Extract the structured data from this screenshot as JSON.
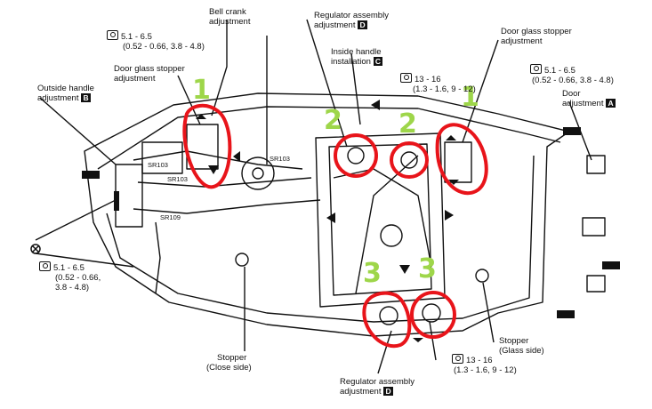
{
  "labels": {
    "bell_crank": [
      "Bell crank",
      "adjustment"
    ],
    "regulator_assembly_top": [
      "Regulator assembly",
      "adjustment"
    ],
    "regulator_assembly_top_box": "D",
    "inside_handle": [
      "Inside handle",
      "installation"
    ],
    "inside_handle_box": "C",
    "door_glass_stopper_right": [
      "Door glass stopper",
      "adjustment"
    ],
    "door_glass_stopper_left": [
      "Door glass stopper",
      "adjustment"
    ],
    "outside_handle": [
      "Outside handle",
      "adjustment"
    ],
    "outside_handle_box": "B",
    "door_adjustment": [
      "Door",
      "adjustment"
    ],
    "door_adjustment_box": "A",
    "stopper_close": [
      "Stopper",
      "(Close side)"
    ],
    "stopper_glass": [
      "Stopper",
      "(Glass side)"
    ],
    "regulator_assembly_bottom": [
      "Regulator assembly",
      "adjustment"
    ],
    "regulator_assembly_bottom_box": "D",
    "callouts": [
      "SR103",
      "SR103",
      "SR109",
      "SR103"
    ]
  },
  "torques": {
    "top_left": [
      "5.1 - 6.5",
      "(0.52 - 0.66, 3.8 - 4.8)"
    ],
    "center": [
      "13 - 16",
      "(1.3 - 1.6, 9 - 12)"
    ],
    "top_right": [
      "5.1 - 6.5",
      "(0.52 - 0.66, 3.8 - 4.8)"
    ],
    "left": [
      "5.1 - 6.5",
      "(0.52 - 0.66,",
      "3.8 - 4.8)"
    ],
    "bottom": [
      "13 - 16",
      "(1.3 - 1.6, 9 - 12)"
    ]
  },
  "markers": [
    "1",
    "1",
    "2",
    "2",
    "3",
    "3"
  ],
  "colors": {
    "line": "#111111",
    "highlight": "#e8141a",
    "marker": "#9ed64a"
  }
}
